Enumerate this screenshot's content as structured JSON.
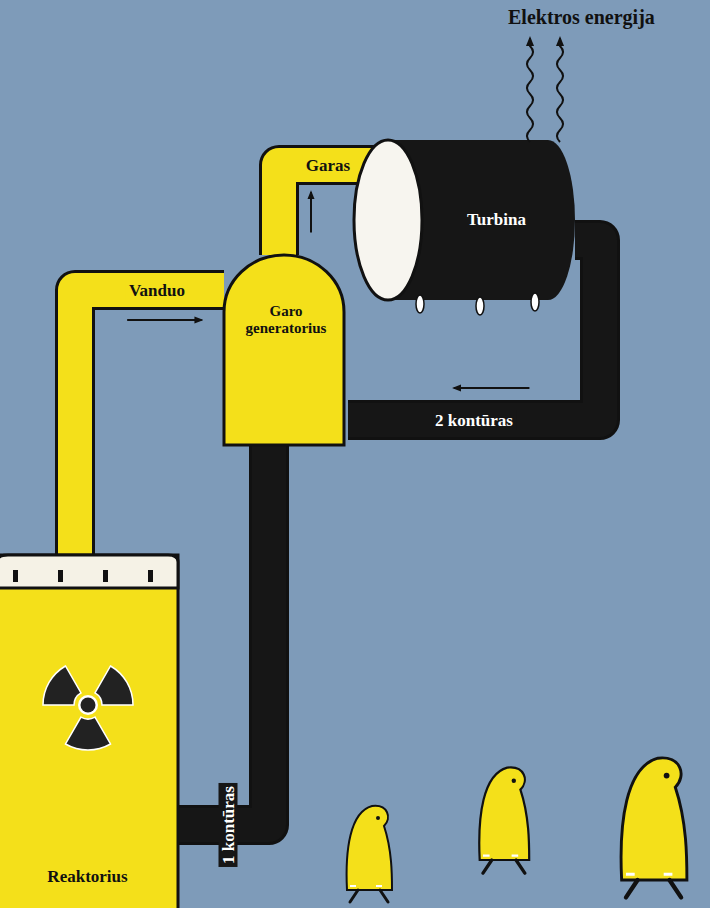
{
  "diagram": {
    "nodes": [
      {
        "text": [
          "Reaktorius"
        ]
      },
      {
        "text": [
          "Garo generatorius"
        ]
      },
      {
        "text": [
          "Turbina"
        ]
      }
    ],
    "edges": [
      {
        "from": 0,
        "to": 1,
        "arrow": "to",
        "label": "Vanduo"
      },
      {
        "from": 1,
        "to": 2,
        "arrow": "to",
        "label": "Garas"
      },
      {
        "from": 2,
        "to": 1,
        "arrow": "to",
        "label": "2 kontūras"
      },
      {
        "from": 1,
        "to": 0,
        "arrow": "to",
        "label": "1 kontūras"
      }
    ],
    "labels": [
      "Elektros energija"
    ]
  }
}
